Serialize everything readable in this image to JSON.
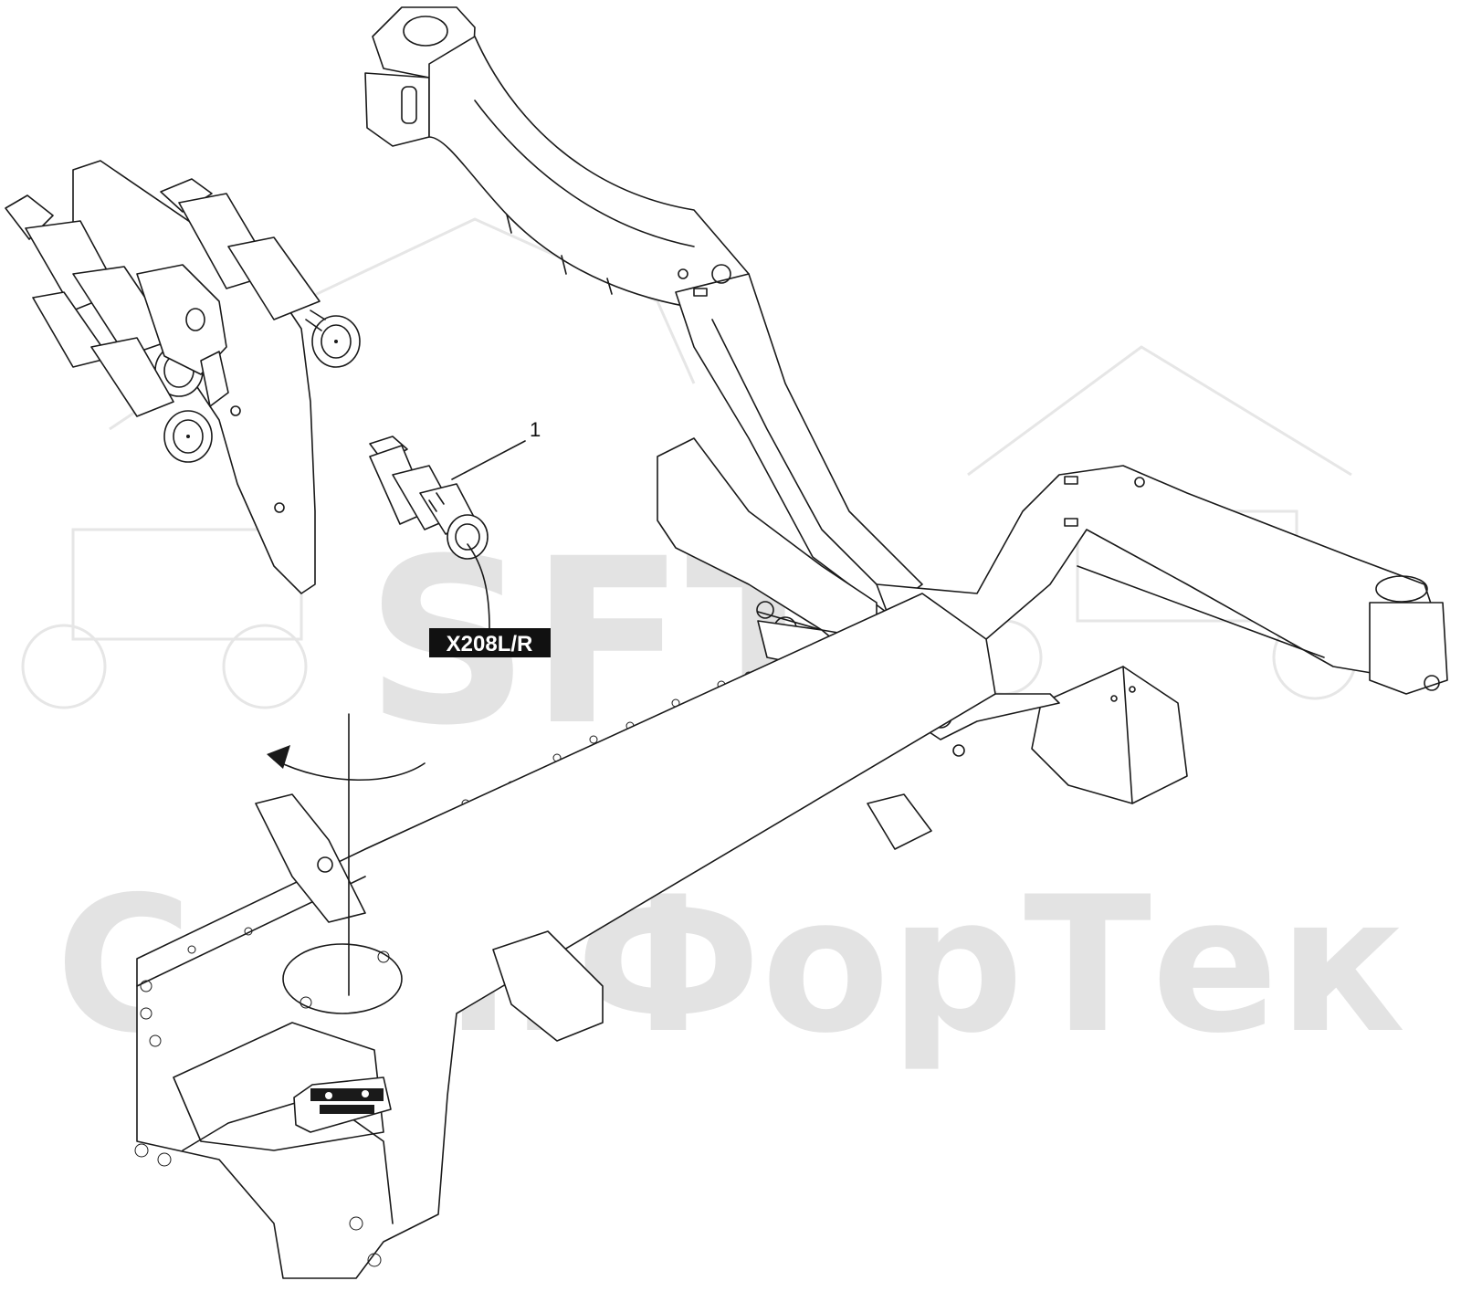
{
  "watermark": {
    "logo_text": "SFT",
    "company_text": "СканФорТек"
  },
  "callouts": [
    {
      "number": "1"
    }
  ],
  "connector_tag": {
    "label": "X208L/R"
  },
  "colors": {
    "line": "#1a1a1a",
    "watermark": "#e3e3e3",
    "tag_background": "#111111",
    "tag_text": "#ffffff",
    "background": "#ffffff"
  },
  "icons": [
    "rotation-arrow-icon"
  ]
}
